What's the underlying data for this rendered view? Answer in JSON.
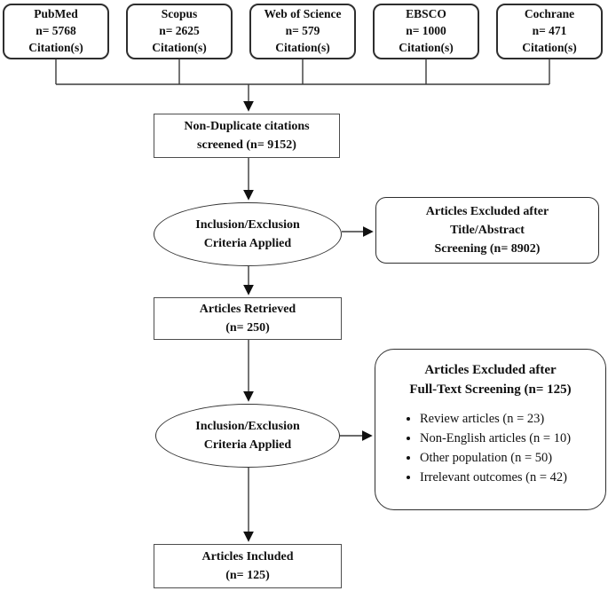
{
  "diagram": {
    "sources": [
      {
        "name": "PubMed",
        "count": "n= 5768",
        "unit": "Citation(s)"
      },
      {
        "name": "Scopus",
        "count": "n= 2625",
        "unit": "Citation(s)"
      },
      {
        "name": "Web of Science",
        "count": "n= 579",
        "unit": "Citation(s)"
      },
      {
        "name": "EBSCO",
        "count": "n= 1000",
        "unit": "Citation(s)"
      },
      {
        "name": "Cochrane",
        "count": "n= 471",
        "unit": "Citation(s)"
      }
    ],
    "screened": {
      "line1": "Non-Duplicate citations",
      "line2": "screened (n= 9152)"
    },
    "criteria1": {
      "line1": "Inclusion/Exclusion",
      "line2": "Criteria Applied"
    },
    "excluded_title_abstract": {
      "line1": "Articles Excluded after",
      "line2": "Title/Abstract",
      "line3": "Screening (n= 8902)"
    },
    "retrieved": {
      "line1": "Articles Retrieved",
      "line2": "(n= 250)"
    },
    "criteria2": {
      "line1": "Inclusion/Exclusion",
      "line2": "Criteria Applied"
    },
    "excluded_full_text": {
      "title_line1": "Articles Excluded after",
      "title_line2": "Full-Text Screening (n= 125)",
      "items": [
        "Review articles (n = 23)",
        "Non-English articles (n = 10)",
        "Other population (n = 50)",
        "Irrelevant outcomes (n = 42)"
      ]
    },
    "included": {
      "line1": "Articles Included",
      "line2": "(n= 125)"
    }
  },
  "colors": {
    "background": "#ffffff",
    "text": "#111111",
    "box_border": "#2e2e2e",
    "rect_border": "#4d4d4d",
    "line": "#3a3a3a"
  }
}
